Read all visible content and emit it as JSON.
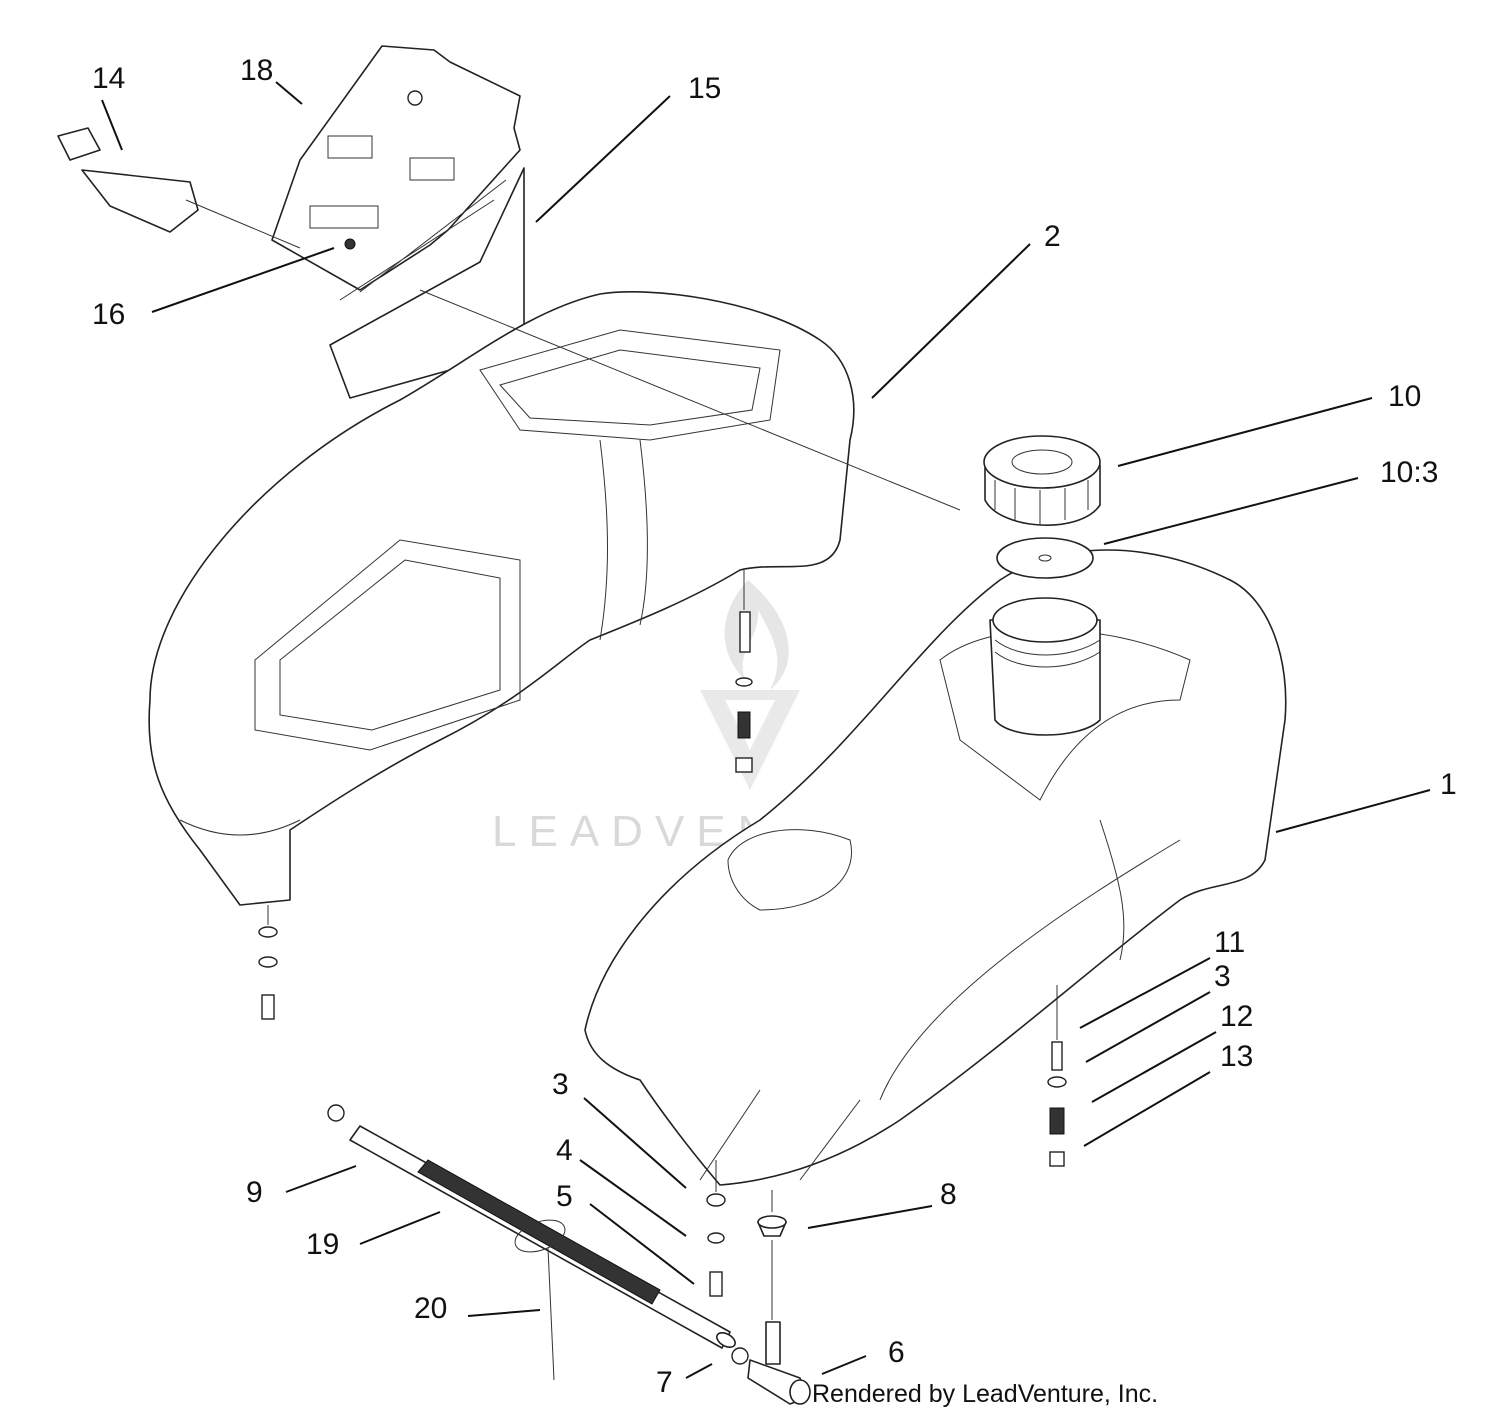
{
  "diagram": {
    "callouts": [
      {
        "id": "c14",
        "label": "14"
      },
      {
        "id": "c18",
        "label": "18"
      },
      {
        "id": "c15",
        "label": "15"
      },
      {
        "id": "c16",
        "label": "16"
      },
      {
        "id": "c2",
        "label": "2"
      },
      {
        "id": "c10",
        "label": "10"
      },
      {
        "id": "c10_3",
        "label": "10:3"
      },
      {
        "id": "c1",
        "label": "1"
      },
      {
        "id": "c11",
        "label": "11"
      },
      {
        "id": "c3a",
        "label": "3"
      },
      {
        "id": "c12",
        "label": "12"
      },
      {
        "id": "c13",
        "label": "13"
      },
      {
        "id": "c3b",
        "label": "3"
      },
      {
        "id": "c4",
        "label": "4"
      },
      {
        "id": "c5",
        "label": "5"
      },
      {
        "id": "c8",
        "label": "8"
      },
      {
        "id": "c9",
        "label": "9"
      },
      {
        "id": "c19",
        "label": "19"
      },
      {
        "id": "c20",
        "label": "20"
      },
      {
        "id": "c6",
        "label": "6"
      },
      {
        "id": "c7",
        "label": "7"
      }
    ],
    "watermark": "LEADVENTURE",
    "credit": "Rendered by LeadVenture, Inc."
  },
  "colors": {
    "line": "#111111",
    "watermark": "#d9d9d9",
    "background": "#ffffff"
  }
}
